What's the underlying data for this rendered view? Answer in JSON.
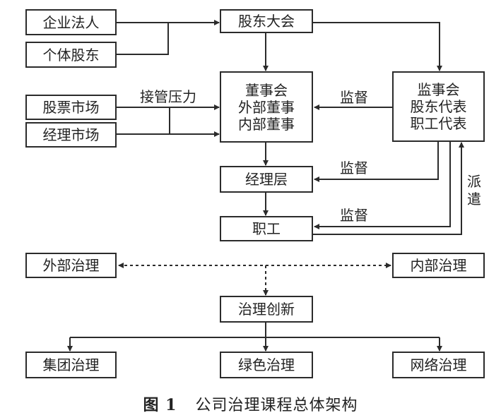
{
  "nodes": {
    "corporate_legal_person": "企业法人",
    "individual_shareholder": "个体股东",
    "shareholders_meeting": "股东大会",
    "stock_market": "股票市场",
    "manager_market": "经理市场",
    "board": [
      "董事会",
      "外部董事",
      "内部董事"
    ],
    "supervisory_board": [
      "监事会",
      "股东代表",
      "职工代表"
    ],
    "management_layer": "经理层",
    "employees": "职工",
    "external_governance": "外部治理",
    "internal_governance": "内部治理",
    "governance_innovation": "治理创新",
    "group_governance": "集团治理",
    "green_governance": "绿色治理",
    "network_governance": "网络治理"
  },
  "labels": {
    "takeover_pressure": "接管压力",
    "supervision_board": "监督",
    "supervision_managers": "监督",
    "supervision_employees": "监督",
    "dispatch": [
      "派",
      "遣"
    ]
  },
  "caption": {
    "number": "图 1",
    "title": "公司治理课程总体架构"
  }
}
